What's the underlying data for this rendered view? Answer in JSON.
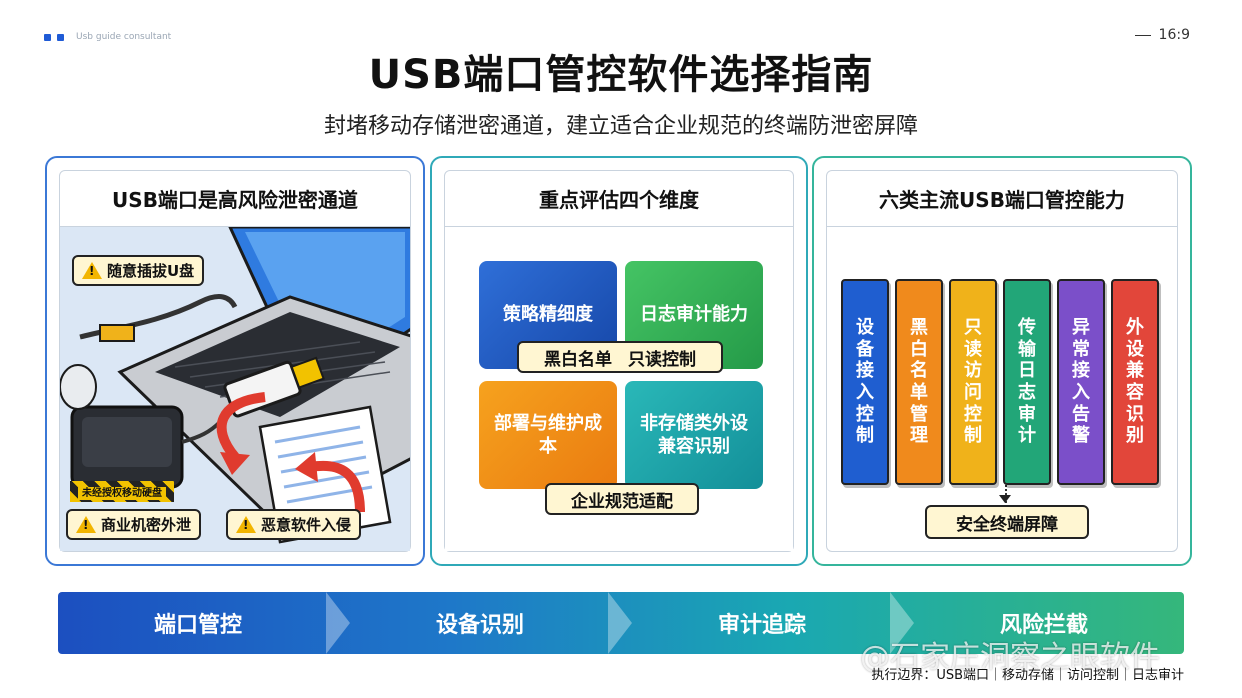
{
  "top_tag": "Usb guide consultant",
  "ratio": "16:9",
  "title": "USB端口管控软件选择指南",
  "subtitle": "封堵移动存储泄密通道，建立适合企业规范的终端防泄密屏障",
  "panel1": {
    "heading": "USB端口是高风险泄密通道",
    "warnings": [
      "随意插拔U盘",
      "商业机密外泄",
      "恶意软件入侵"
    ],
    "tape": "未经授权移动硬盘"
  },
  "panel2": {
    "heading": "重点评估四个维度",
    "tiles": [
      "策略精细度",
      "日志审计能力",
      "部署与维护成本",
      "非存储类外设兼容识别"
    ],
    "pill_top": [
      "黑白名单",
      "只读控制"
    ],
    "pill_bottom": "企业规范适配"
  },
  "panel3": {
    "heading": "六类主流USB端口管控能力",
    "bars": [
      {
        "label": "设备接入控制",
        "color": "#1f5ed0"
      },
      {
        "label": "黑白名单管理",
        "color": "#f08a1c"
      },
      {
        "label": "只读访问控制",
        "color": "#f0b21a"
      },
      {
        "label": "传输日志审计",
        "color": "#22a678"
      },
      {
        "label": "异常接入告警",
        "color": "#7b4fc9"
      },
      {
        "label": "外设兼容识别",
        "color": "#e2463a"
      }
    ],
    "result": "安全终端屏障"
  },
  "flow": [
    "端口管控",
    "设备识别",
    "审计追踪",
    "风险拦截"
  ],
  "footer": "执行边界：USB端口｜移动存储｜访问控制｜日志审计",
  "watermark": "@石家庄洞察之眼软件"
}
